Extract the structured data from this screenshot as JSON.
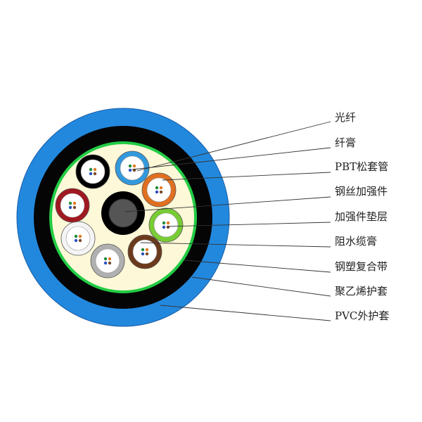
{
  "labels": [
    {
      "id": "fiber",
      "text": "光纤"
    },
    {
      "id": "fiber-gel",
      "text": "纤膏"
    },
    {
      "id": "loose-tube",
      "text": "PBT松套管"
    },
    {
      "id": "steel-strength-member",
      "text": "钢丝加强件"
    },
    {
      "id": "strength-member-padding",
      "text": "加强件垫层"
    },
    {
      "id": "water-blocking-compound",
      "text": "阻水缆膏"
    },
    {
      "id": "steel-plastic-tape",
      "text": "钢塑复合带"
    },
    {
      "id": "pe-sheath",
      "text": "聚乙烯护套"
    },
    {
      "id": "pvc-outer-sheath",
      "text": "PVC外护套"
    }
  ],
  "colors": {
    "pvc_outer_sheath": "#2288dd",
    "pe_sheath": "#050505",
    "steel_plastic_tape": "#22cc44",
    "water_blocking_compound": "#fdf8d8",
    "strength_member": "#555555",
    "padding": "#000000",
    "tube_colors": [
      "#000000",
      "#3399dd",
      "#e07020",
      "#77cc33",
      "#6b3a1c",
      "#b0b0b0",
      "#f4f4f4",
      "#a01820"
    ],
    "fiber_colors": [
      "#1f8a3a",
      "#e07a20",
      "#2a4fbf",
      "#7a4a2a"
    ]
  }
}
